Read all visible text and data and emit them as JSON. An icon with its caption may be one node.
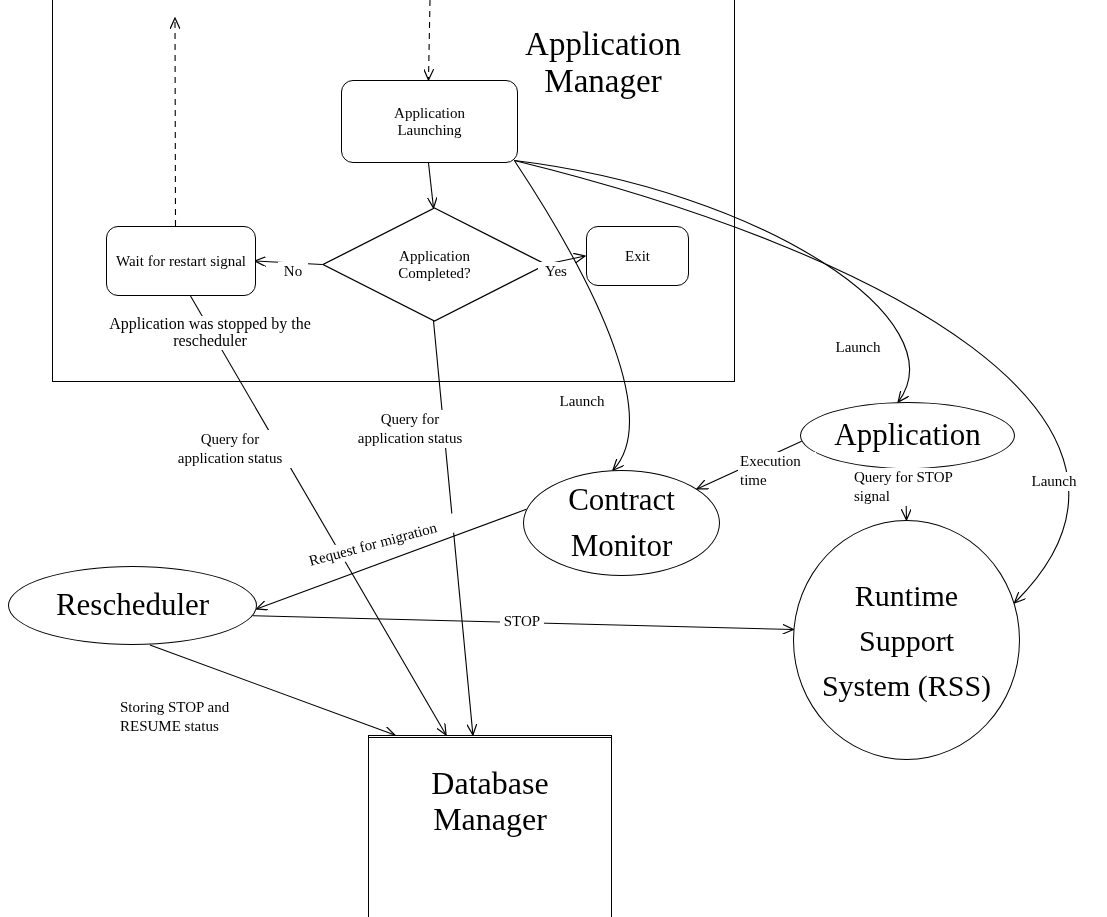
{
  "diagram": {
    "nodes": [
      {
        "text": [
          "Application Manager"
        ]
      },
      {
        "text": [
          "Application Launching"
        ],
        "in": 0
      },
      {
        "text": [
          "Application Completed?"
        ],
        "in": 0
      },
      {
        "text": [
          "Wait for restart signal"
        ],
        "in": 0
      },
      {
        "text": [
          "Exit"
        ],
        "in": 0
      },
      {
        "text": [
          "Application"
        ]
      },
      {
        "text": [
          "Contract Monitor"
        ]
      },
      {
        "text": [
          "Rescheduler"
        ]
      },
      {
        "text": [
          "Runtime Support System (RSS)"
        ]
      },
      {
        "text": [
          "Database Manager"
        ]
      }
    ],
    "edges": [
      {
        "from": null,
        "to": 1,
        "arrow": "to",
        "style": "dashed"
      },
      {
        "from": 3,
        "to": null,
        "arrow": "to",
        "style": "dashed"
      },
      {
        "from": 1,
        "to": 2,
        "arrow": "to"
      },
      {
        "from": 2,
        "to": 3,
        "arrow": "to",
        "label": "No"
      },
      {
        "from": 2,
        "to": 4,
        "arrow": "to",
        "label": "Yes"
      },
      {
        "from": 1,
        "to": 6,
        "arrow": "to",
        "label": "Launch"
      },
      {
        "from": 1,
        "to": 5,
        "arrow": "to",
        "label": "Launch"
      },
      {
        "from": 1,
        "to": 8,
        "arrow": "to",
        "label": "Launch"
      },
      {
        "from": 5,
        "to": 6,
        "arrow": "to",
        "label": "Execution time"
      },
      {
        "from": 5,
        "to": 8,
        "arrow": "to",
        "label": "Query for STOP signal"
      },
      {
        "from": 6,
        "to": 7,
        "arrow": "to",
        "label": "Request for migration"
      },
      {
        "from": 7,
        "to": 8,
        "arrow": "to",
        "label": "STOP"
      },
      {
        "from": 7,
        "to": 9,
        "arrow": "to",
        "label": "Storing STOP and RESUME status"
      },
      {
        "from": 3,
        "to": 9,
        "arrow": "to",
        "label": "Query for application status"
      },
      {
        "from": 2,
        "to": 9,
        "arrow": "to",
        "label": "Query for application status"
      }
    ],
    "labels": [
      "Application was stopped by the rescheduler"
    ]
  }
}
